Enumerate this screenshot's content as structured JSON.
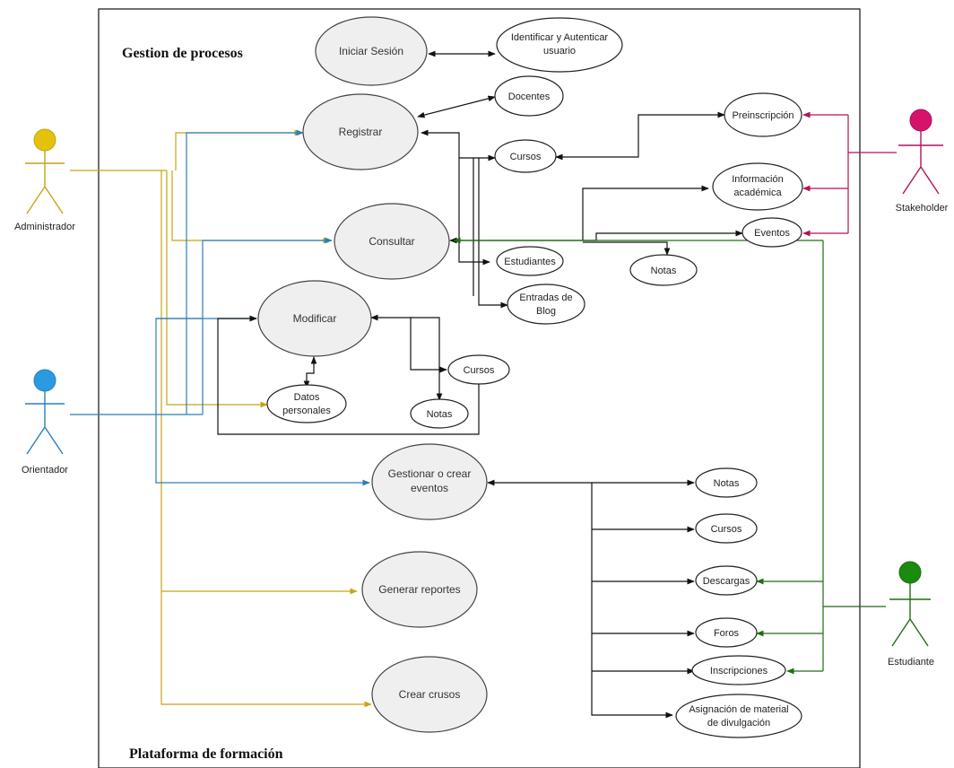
{
  "system": {
    "title_top": "Gestion de procesos",
    "title_bottom": "Plataforma de formación"
  },
  "actors": {
    "administrador": {
      "label": "Administrador",
      "color": "#e5c20a"
    },
    "orientador": {
      "label": "Orientador",
      "color": "#2a9be0"
    },
    "stakeholder": {
      "label": "Stakeholder",
      "color": "#d4136e"
    },
    "estudiante": {
      "label": "Estudiante",
      "color": "#1b8a10"
    }
  },
  "use_cases": {
    "iniciar_sesion": "Iniciar Sesión",
    "identificar": [
      "Identificar y Autenticar",
      "usuario"
    ],
    "registrar": "Registrar",
    "docentes": "Docentes",
    "cursos_reg": "Cursos",
    "preinscripcion": "Preinscripción",
    "informacion": [
      "Información",
      "académica"
    ],
    "eventos": "Eventos",
    "consultar": "Consultar",
    "notas_cons": "Notas",
    "estudiantes": "Estudiantes",
    "entradas": [
      "Entradas de",
      "Blog"
    ],
    "modificar": "Modificar",
    "cursos_mod": "Cursos",
    "datos": [
      "Datos",
      "personales"
    ],
    "notas_mod": "Notas",
    "gestionar": [
      "Gestionar o crear",
      "eventos"
    ],
    "notas_ev": "Notas",
    "cursos_ev": "Cursos",
    "descargas": "Descargas",
    "foros": "Foros",
    "inscripciones": "Inscripciones",
    "asignacion": [
      "Asignación de material",
      "de divulgación"
    ],
    "generar": "Generar reportes",
    "crear": "Crear crusos"
  }
}
